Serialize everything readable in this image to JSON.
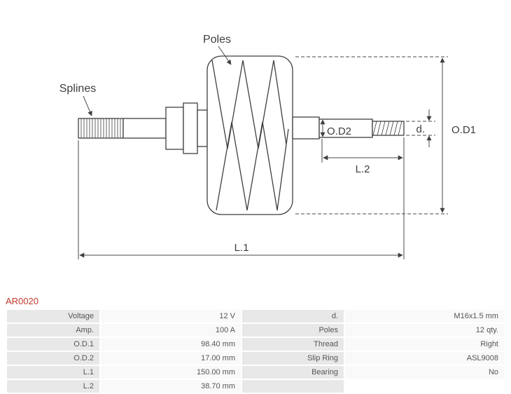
{
  "part": {
    "code": "AR0020"
  },
  "colors": {
    "part_code_red": "#c0392b",
    "drawing_line": "#3f3f3f",
    "table_label_bg": "#e8e8e8",
    "table_value_bg": "#f9f9f9"
  },
  "diagram": {
    "labels": {
      "poles": "Poles",
      "splines": "Splines",
      "od2": "O.D2",
      "d": "d.",
      "od1": "O.D1",
      "l2": "L.2",
      "l1": "L.1"
    }
  },
  "table": {
    "rows": [
      {
        "c1": "Voltage",
        "c2": "12 V",
        "c3": "d.",
        "c4": "M16x1.5 mm"
      },
      {
        "c1": "Amp.",
        "c2": "100 A",
        "c3": "Poles",
        "c4": "12 qty."
      },
      {
        "c1": "O.D.1",
        "c2": "98.40 mm",
        "c3": "Thread",
        "c4": "Right"
      },
      {
        "c1": "O.D.2",
        "c2": "17.00 mm",
        "c3": "Slip Ring",
        "c4": "ASL9008"
      },
      {
        "c1": "L.1",
        "c2": "150.00 mm",
        "c3": "Bearing",
        "c4": "No"
      },
      {
        "c1": "L.2",
        "c2": "38.70 mm",
        "c3": "",
        "c4": null
      }
    ]
  }
}
